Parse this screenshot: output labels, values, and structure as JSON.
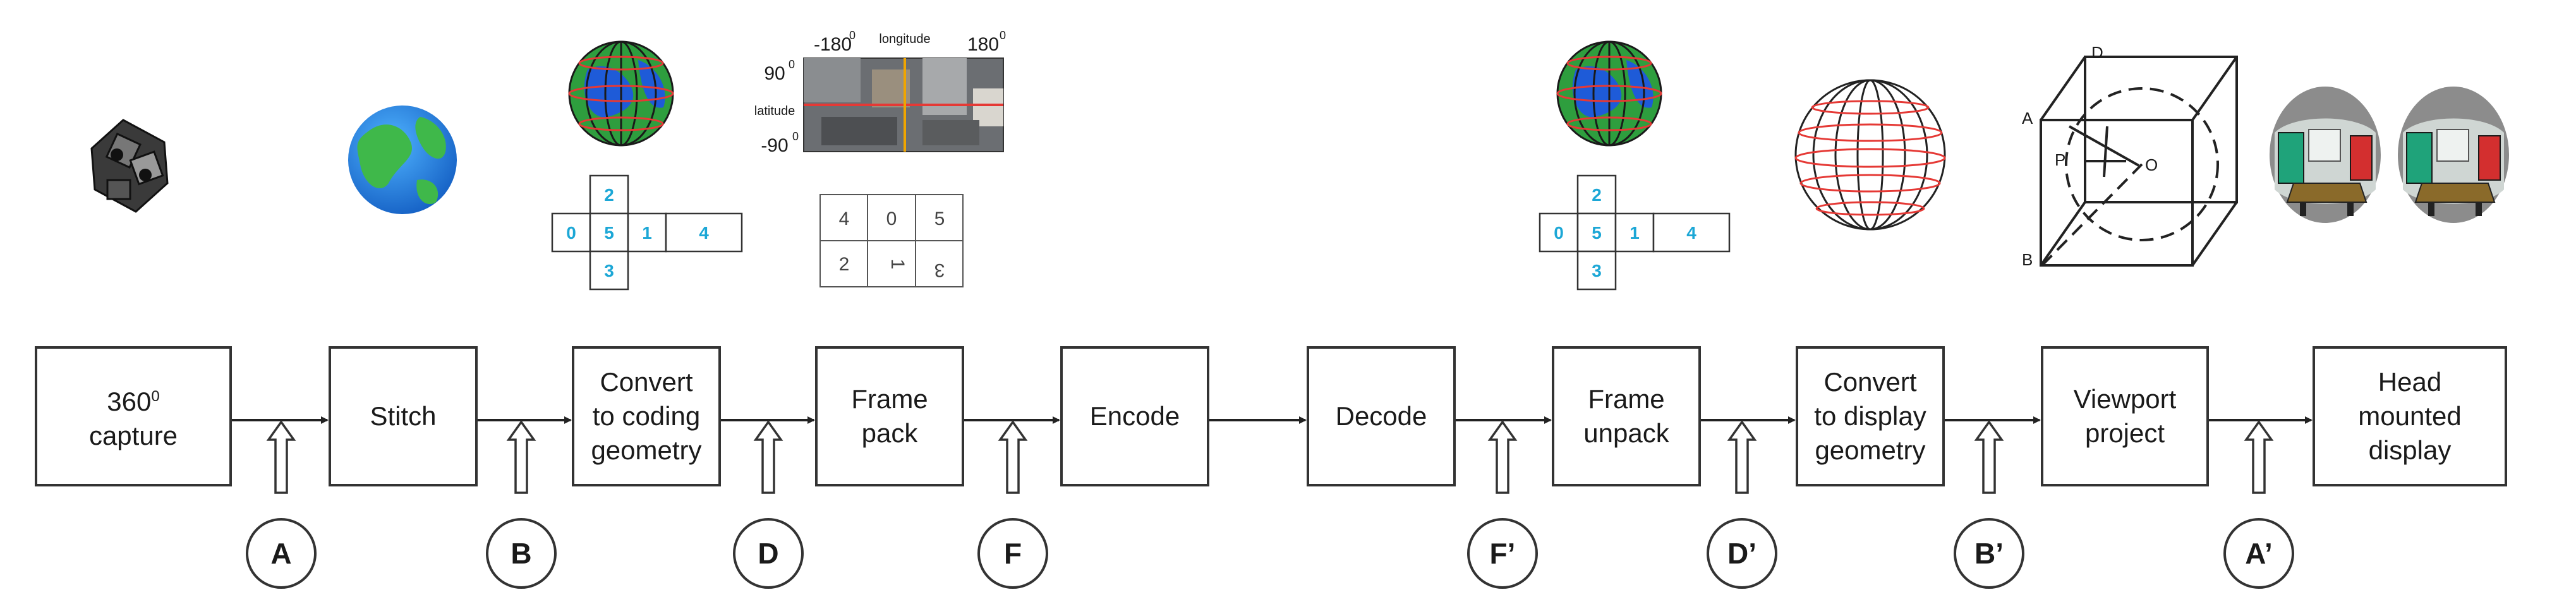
{
  "stages": [
    {
      "id": "capture",
      "label": "360",
      "sup": "0",
      "label2": "capture"
    },
    {
      "id": "stitch",
      "label": "Stitch"
    },
    {
      "id": "convert-coding",
      "label": "Convert\nto coding\ngeometry"
    },
    {
      "id": "frame-pack",
      "label": "Frame\npack"
    },
    {
      "id": "encode",
      "label": "Encode"
    },
    {
      "id": "decode",
      "label": "Decode"
    },
    {
      "id": "frame-unpack",
      "label": "Frame\nunpack"
    },
    {
      "id": "convert-display",
      "label": "Convert\nto display\ngeometry"
    },
    {
      "id": "viewport",
      "label": "Viewport\nproject"
    },
    {
      "id": "hmd",
      "label": "Head\nmounted\ndisplay"
    }
  ],
  "tags": [
    "A",
    "B",
    "D",
    "F",
    "F’",
    "D’",
    "B’",
    "A’"
  ],
  "cube_net": {
    "top": "2",
    "row": [
      "0",
      "5",
      "1",
      "4"
    ],
    "bottom": "3"
  },
  "packed_frame": {
    "row1": [
      "4",
      "0",
      "5"
    ],
    "row2": [
      "2",
      "1",
      "3"
    ]
  },
  "erp": {
    "lon_min": "-180",
    "lon_max": "180",
    "lat_max": "90",
    "lat_min": "-90",
    "deg": "0",
    "lon_label": "longitude",
    "lat_label": "latitude"
  },
  "viewport_cube": {
    "labels": [
      "D",
      "A",
      "P",
      "O",
      "B"
    ]
  },
  "colors": {
    "cyan": "#1ca7d6",
    "line": "#222222",
    "globe_red": "#e53935",
    "globe_green": "#2e9e3e",
    "globe_blue": "#1e5bd8"
  }
}
